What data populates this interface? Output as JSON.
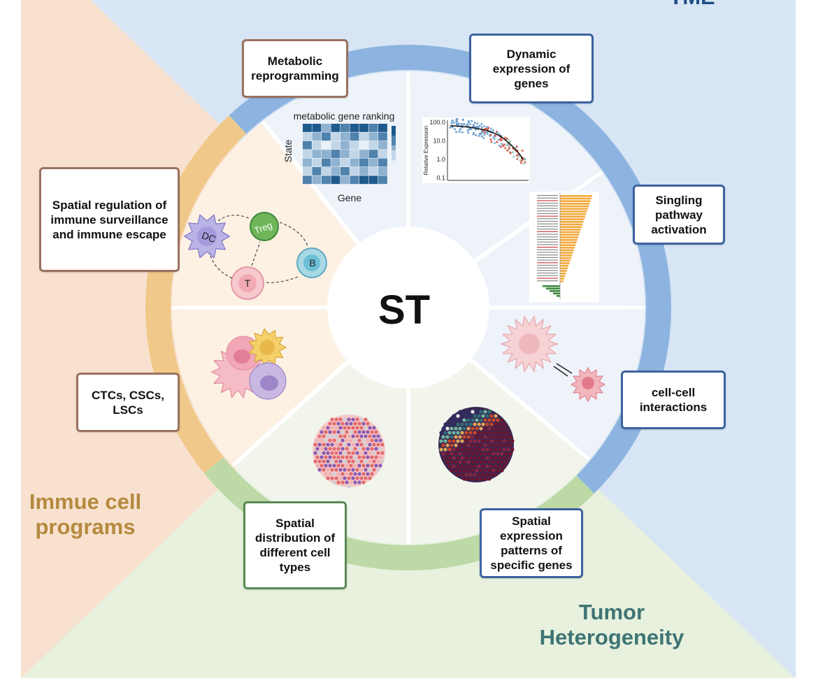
{
  "center": {
    "label": "ST"
  },
  "regions": [
    {
      "id": "tme",
      "label": "TME",
      "color": "#1f4f86",
      "fill": "#d7e5f4",
      "ring": "#8db4e0"
    },
    {
      "id": "immune",
      "label": "Immue cell programs",
      "color": "#b58a3e",
      "fill": "#f8e1cf",
      "ring": "#f0c98a"
    },
    {
      "id": "tumor",
      "label": "Tumor Heterogeneity",
      "color": "#3f7474",
      "fill": "#e7f1de",
      "ring": "#bcd9a6"
    }
  ],
  "boxes": [
    {
      "id": "metabolic",
      "label": "Metabolic reprogramming",
      "group": "immune"
    },
    {
      "id": "dynamic",
      "label": "Dynamic expression of genes",
      "group": "tme"
    },
    {
      "id": "singling",
      "label": "Singling pathway activation",
      "group": "tme"
    },
    {
      "id": "cellcell",
      "label": "cell-cell interactions",
      "group": "tme"
    },
    {
      "id": "spatial-expr",
      "label": "Spatial expression patterns of specific genes",
      "group": "tme"
    },
    {
      "id": "spatial-dist",
      "label": "Spatial distribution of different cell types",
      "group": "tumor"
    },
    {
      "id": "ctcs",
      "label": "CTCs, CSCs, LSCs",
      "group": "immune"
    },
    {
      "id": "immune-surv",
      "label": "Spatial regulation of immune surveillance and immune escape",
      "group": "immune"
    }
  ],
  "heatmap": {
    "title": "metabolic gene ranking",
    "xlabel": "Gene",
    "ylabel": "State",
    "cells": [
      [
        4,
        4,
        2,
        4,
        3,
        4,
        4,
        3,
        4
      ],
      [
        1,
        2,
        3,
        1,
        2,
        3,
        1,
        2,
        3
      ],
      [
        3,
        1,
        0,
        1,
        2,
        1,
        0,
        1,
        2
      ],
      [
        1,
        2,
        2,
        3,
        2,
        1,
        2,
        3,
        1
      ],
      [
        2,
        1,
        3,
        2,
        1,
        2,
        3,
        2,
        3
      ],
      [
        1,
        3,
        1,
        2,
        3,
        1,
        2,
        1,
        2
      ],
      [
        3,
        2,
        3,
        4,
        2,
        3,
        4,
        4,
        3
      ]
    ]
  },
  "scatter": {
    "ylabel": "Relative Expression",
    "yticks": [
      "100.0",
      "10.0",
      "1.0",
      "0.1"
    ]
  },
  "cell_labels": {
    "dc": "DC",
    "treg": "Treg",
    "b": "B",
    "t": "T"
  },
  "colors": {
    "section_immune": "#fdf1e4",
    "section_tme": "#eef3fa",
    "section_tumor": "#f1f5ec",
    "heatmap_scale": [
      "#e8f0f8",
      "#c2d6e8",
      "#8fb2d0",
      "#4f82ad",
      "#1f5a8c"
    ],
    "bar_orange": "#f2a93b",
    "bar_green": "#3e8a3e"
  }
}
